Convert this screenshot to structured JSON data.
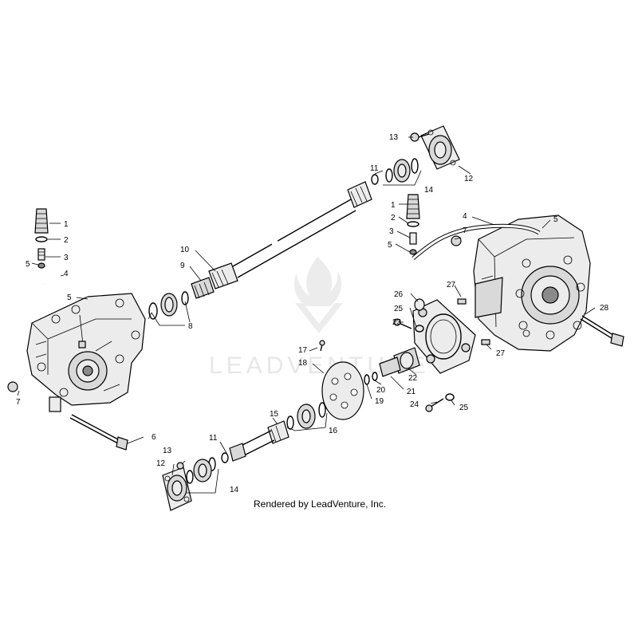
{
  "caption": "Rendered by LeadVenture, Inc.",
  "watermark": {
    "text": "LEADVENTURE",
    "color": "#e7e7e7"
  },
  "callouts": [
    {
      "id": "c1a",
      "label": "1"
    },
    {
      "id": "c2a",
      "label": "2"
    },
    {
      "id": "c3a",
      "label": "3"
    },
    {
      "id": "c4a",
      "label": "4"
    },
    {
      "id": "c5a",
      "label": "5"
    },
    {
      "id": "c5b",
      "label": "5"
    },
    {
      "id": "c6",
      "label": "6"
    },
    {
      "id": "c7a",
      "label": "7"
    },
    {
      "id": "c8",
      "label": "8"
    },
    {
      "id": "c9",
      "label": "9"
    },
    {
      "id": "c10",
      "label": "10"
    },
    {
      "id": "c11a",
      "label": "11"
    },
    {
      "id": "c12a",
      "label": "12"
    },
    {
      "id": "c13a",
      "label": "13"
    },
    {
      "id": "c14a",
      "label": "14"
    },
    {
      "id": "c1b",
      "label": "1"
    },
    {
      "id": "c2b",
      "label": "2"
    },
    {
      "id": "c3b",
      "label": "3"
    },
    {
      "id": "c5c",
      "label": "5"
    },
    {
      "id": "c4b",
      "label": "4"
    },
    {
      "id": "c5d",
      "label": "5"
    },
    {
      "id": "c7b",
      "label": "7"
    },
    {
      "id": "c26",
      "label": "26"
    },
    {
      "id": "c27a",
      "label": "27"
    },
    {
      "id": "c25a",
      "label": "25"
    },
    {
      "id": "c23",
      "label": "23"
    },
    {
      "id": "c28",
      "label": "28"
    },
    {
      "id": "c27b",
      "label": "27"
    },
    {
      "id": "c17",
      "label": "17"
    },
    {
      "id": "c18",
      "label": "18"
    },
    {
      "id": "c22",
      "label": "22"
    },
    {
      "id": "c20",
      "label": "20"
    },
    {
      "id": "c21",
      "label": "21"
    },
    {
      "id": "c19",
      "label": "19"
    },
    {
      "id": "c24",
      "label": "24"
    },
    {
      "id": "c25b",
      "label": "25"
    },
    {
      "id": "c15",
      "label": "15"
    },
    {
      "id": "c16",
      "label": "16"
    },
    {
      "id": "c11b",
      "label": "11"
    },
    {
      "id": "c13b",
      "label": "13"
    },
    {
      "id": "c12b",
      "label": "12"
    },
    {
      "id": "c14b",
      "label": "14"
    }
  ]
}
